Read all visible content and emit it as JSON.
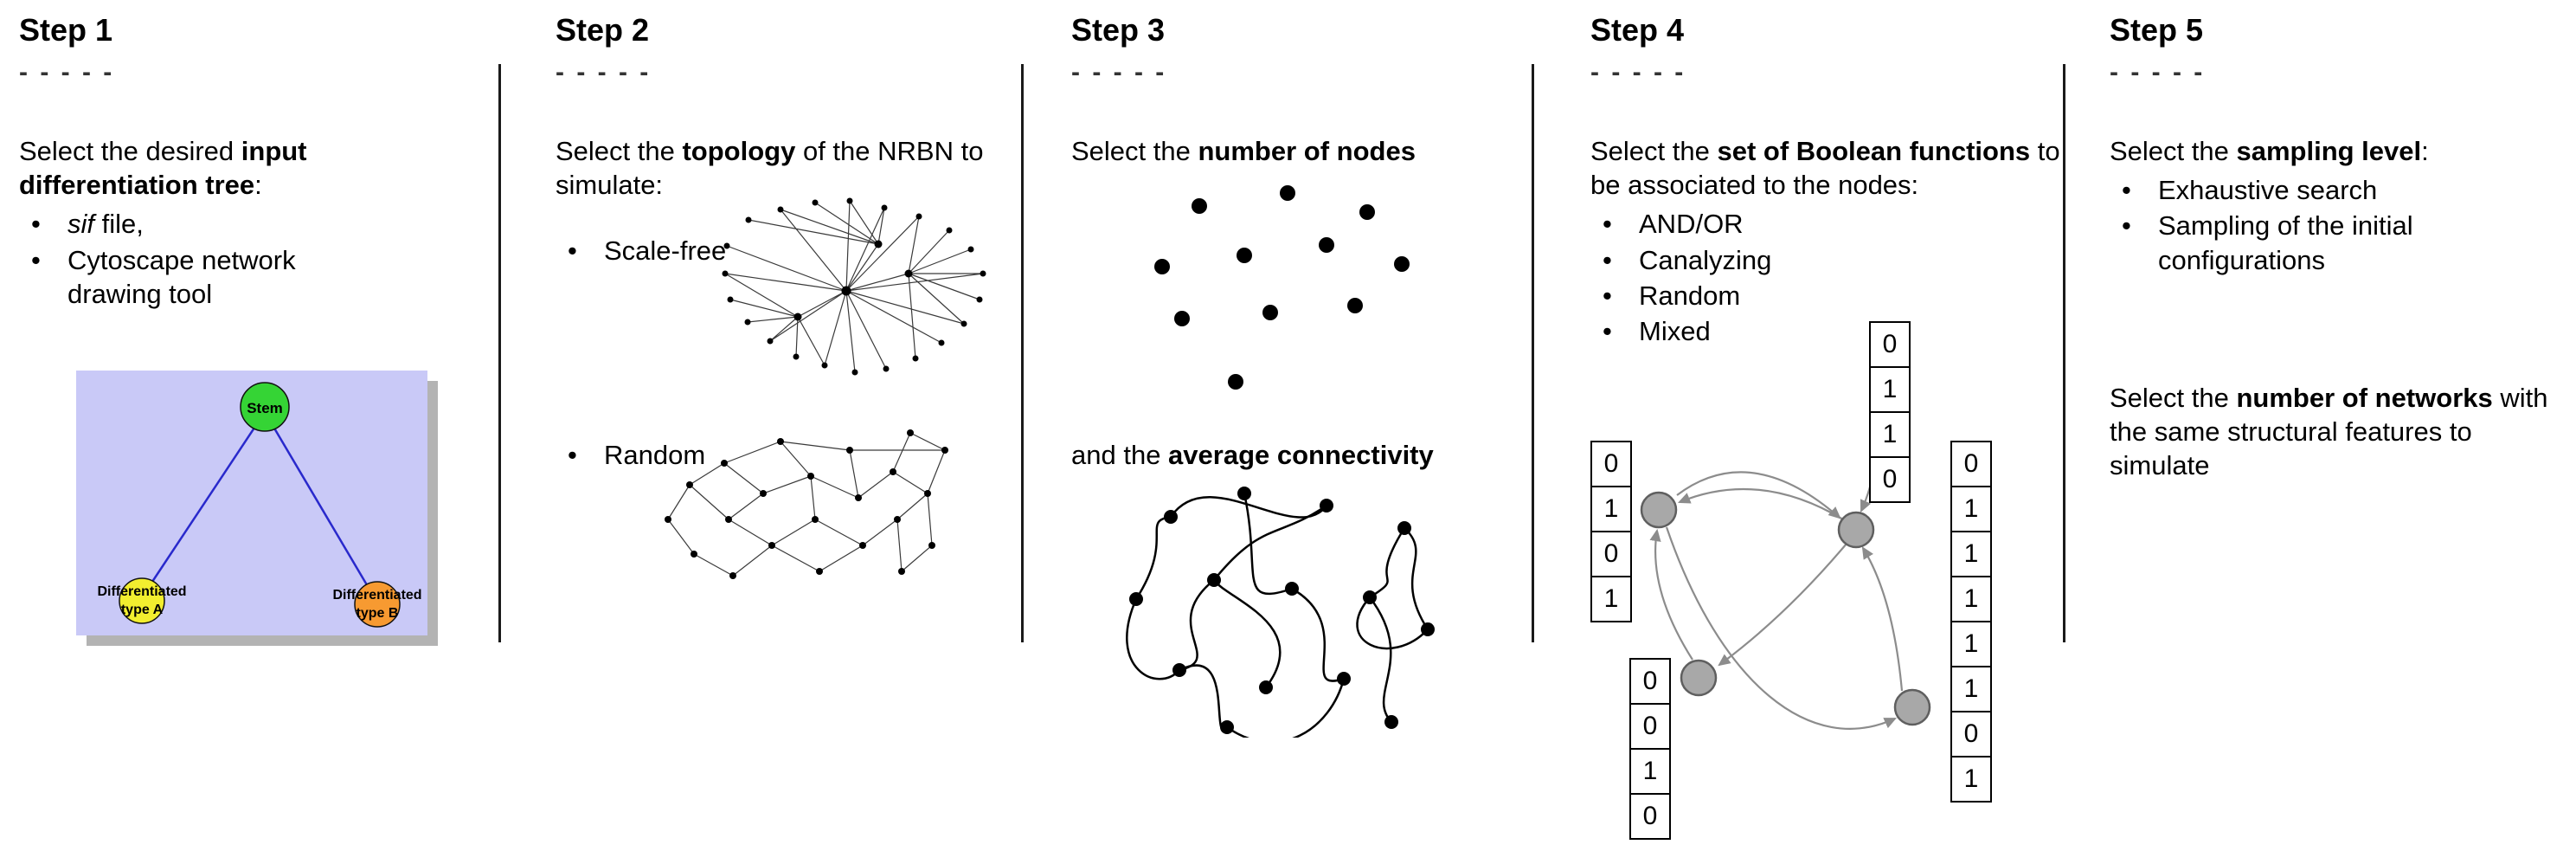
{
  "page": {
    "background": "#ffffff",
    "divider_color": "#1a1a1a"
  },
  "steps": [
    {
      "title": "Step 1",
      "dashes": "- - - - -",
      "intro_pre": "Select the desired ",
      "intro_bold": "input differentiation tree",
      "intro_post": ":",
      "bullet_sif_italic": "sif",
      "bullet_sif_rest": " file,",
      "bullet_cytoscape": "Cytoscape network drawing tool",
      "tree": {
        "background": "#c9c9f7",
        "edge_color": "#2929cc",
        "stem": {
          "label": "Stem",
          "color": "#35d435"
        },
        "type_a": {
          "label_line1": "Differentiated",
          "label_line2": "type A",
          "color": "#f2ee2f"
        },
        "type_b": {
          "label_line1": "Differentiated",
          "label_line2": "type B",
          "color": "#f79a31"
        }
      }
    },
    {
      "title": "Step 2",
      "dashes": "- - - - -",
      "intro_pre": "Select the ",
      "intro_bold": "topology",
      "intro_post": " of the NRBN to simulate:",
      "bullet_scale_free": "Scale-free",
      "bullet_random": "Random"
    },
    {
      "title": "Step 3",
      "dashes": "- - - - -",
      "intro_pre": "Select the ",
      "intro_bold": "number of nodes",
      "second_pre": "and the ",
      "second_bold": "average connectivity"
    },
    {
      "title": "Step 4",
      "dashes": "- - - - -",
      "intro_pre": "Select the ",
      "intro_bold": "set of Boolean functions",
      "intro_post": " to be associated to the nodes:",
      "bullets": [
        "AND/OR",
        "Canalyzing",
        "Random",
        "Mixed"
      ],
      "node_color": "#a8a8a8",
      "arrow_color": "#8c8c8c",
      "tables": {
        "left": [
          "0",
          "1",
          "0",
          "1"
        ],
        "top": [
          "0",
          "1",
          "1",
          "0"
        ],
        "right": [
          "0",
          "1",
          "1",
          "1",
          "1",
          "1",
          "0",
          "1"
        ],
        "bottom": [
          "0",
          "0",
          "1",
          "0"
        ]
      }
    },
    {
      "title": "Step 5",
      "dashes": "- - - - -",
      "intro_pre": "Select the ",
      "intro_bold": "sampling level",
      "intro_post": ":",
      "bullets": [
        "Exhaustive search",
        "Sampling of the initial configurations"
      ],
      "second_pre": "Select the ",
      "second_bold": "number of networks",
      "second_post": " with the same structural features to simulate"
    }
  ]
}
